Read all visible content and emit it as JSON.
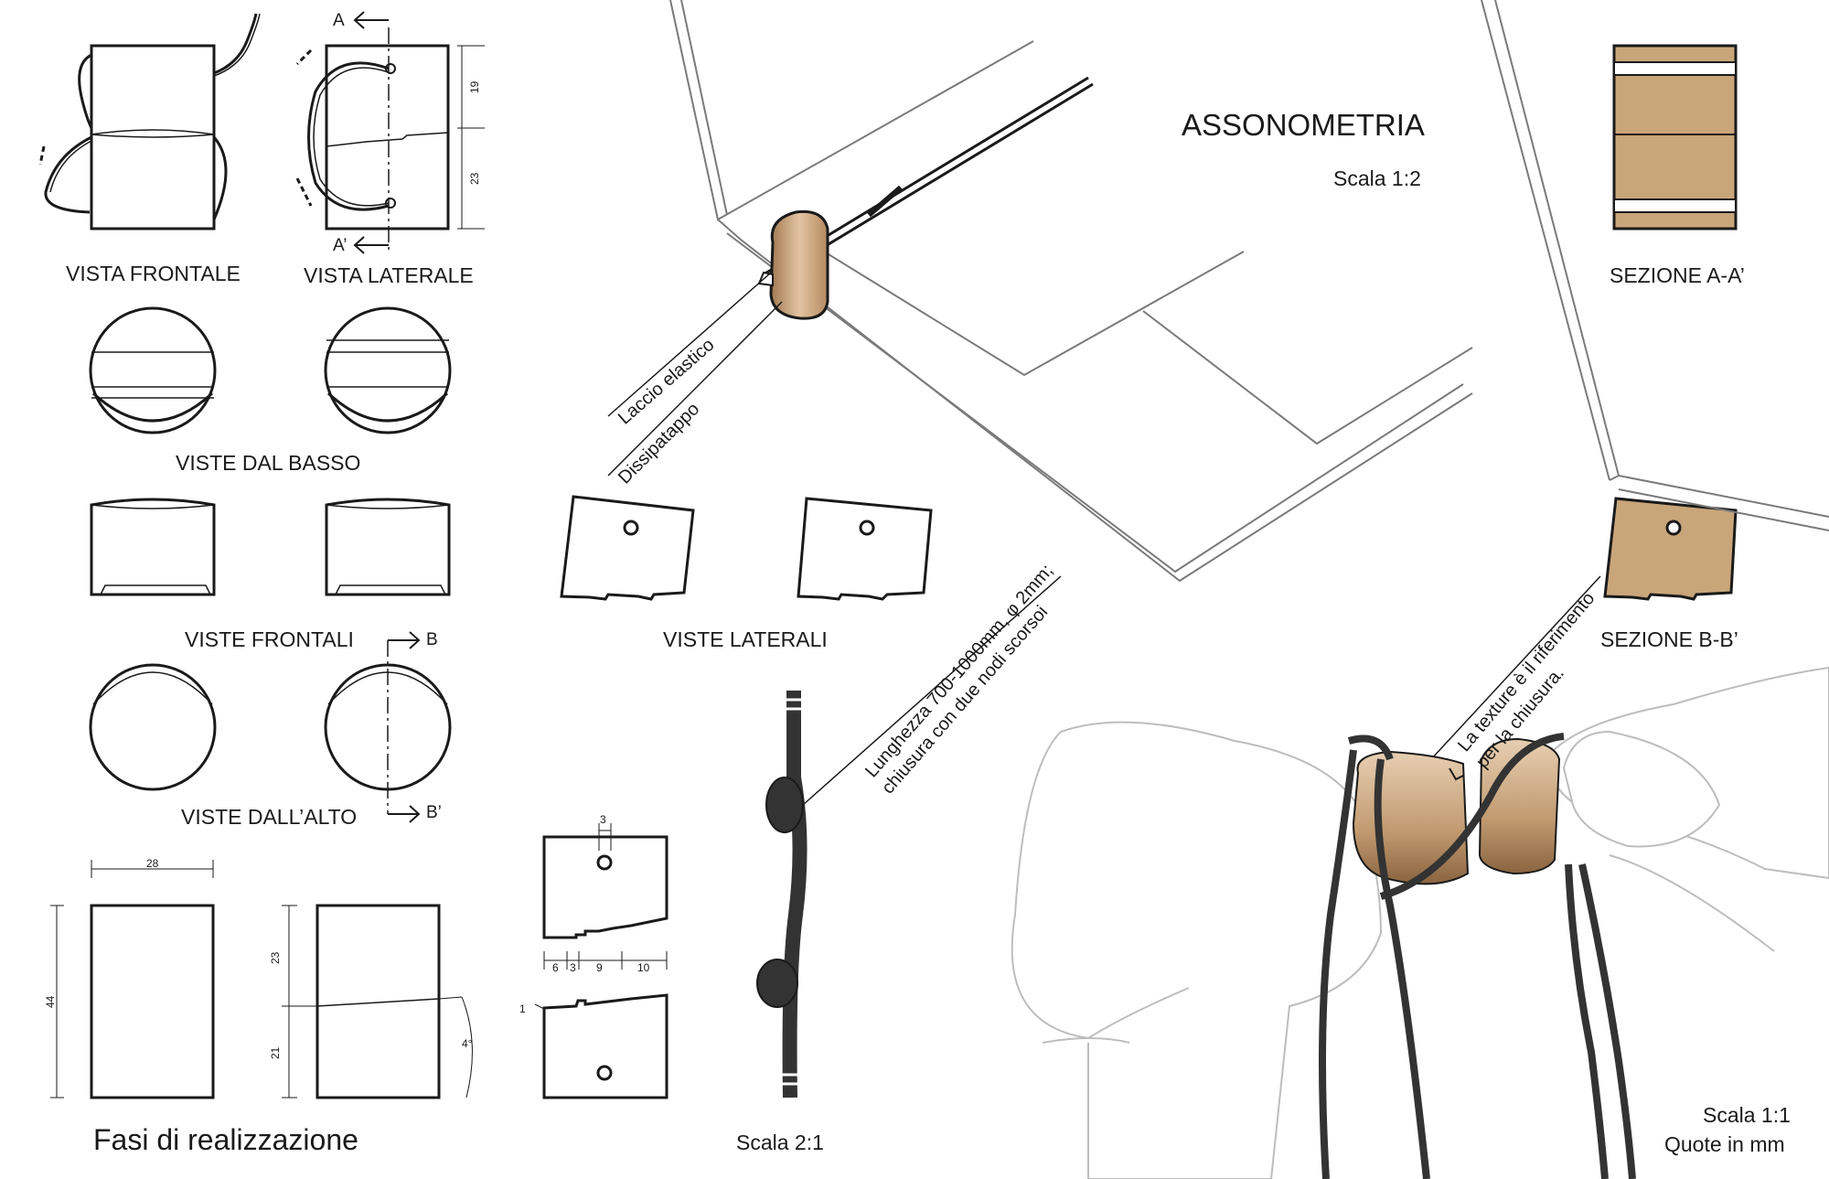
{
  "header": {
    "title": "ASSONOMETRIA",
    "scale": "Scala 1:2"
  },
  "views": {
    "front": "VISTA FRONTALE",
    "side": "VISTA LATERALE",
    "bottom": "VISTE DAL BASSO",
    "fronts": "VISTE FRONTALI",
    "top": "VISTE DALL’ALTO",
    "laterals": "VISTE LATERALI",
    "section_a": "SEZIONE A-A’",
    "section_b": "SEZIONE B-B’"
  },
  "section_markers": {
    "a": "A",
    "a_prime": "A’",
    "b": "B",
    "b_prime": "B’"
  },
  "annotations": {
    "laccio": "Laccio elastico",
    "dissipatappo": "Dissipatappo",
    "lunghezza_1": "Lunghezza 700-1000mm, φ 2mm;",
    "lunghezza_2": "chiusura con due nodi scorsoi",
    "texture_1": "La texture è il riferimento",
    "texture_2": "per la chiusura."
  },
  "footer": {
    "fasi": "Fasi di realizzazione",
    "scala_21": "Scala 2:1",
    "scala_11": "Scala 1:1",
    "quote": "Quote in mm"
  },
  "dimensions": {
    "side_top": "19",
    "side_bottom": "23",
    "width": "28",
    "height": "44",
    "cut_top": "23",
    "cut_bottom": "21",
    "angle": "4°",
    "hole": "3",
    "seg1": "6",
    "seg2": "3",
    "seg3": "9",
    "seg4": "10",
    "gap": "1"
  },
  "colors": {
    "line": "#1a1a1a",
    "wood": "#c9a57a",
    "wood_dark": "#9c7650",
    "cord": "#333333",
    "hand": "#ffffff"
  }
}
